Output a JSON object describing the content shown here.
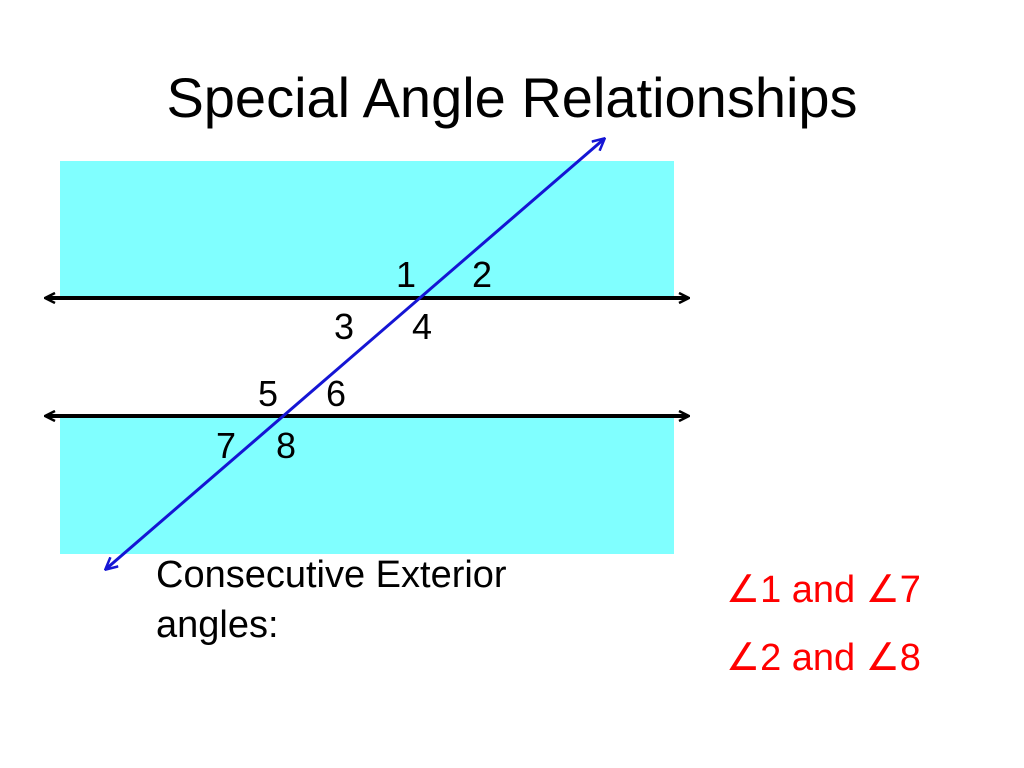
{
  "slide": {
    "title": "Special Angle Relationships",
    "caption_line1": "Consecutive Exterior",
    "caption_line2": "angles:"
  },
  "diagram": {
    "angle_labels": [
      "1",
      "2",
      "3",
      "4",
      "5",
      "6",
      "7",
      "8"
    ],
    "colors": {
      "band_fill": "#80FFFF",
      "parallel_lines": "#000000",
      "transversal": "#1515D4",
      "answer_text": "#FF0000"
    }
  },
  "answers": [
    {
      "text": "∠1 and ∠7"
    },
    {
      "text": "∠2 and ∠8"
    }
  ]
}
